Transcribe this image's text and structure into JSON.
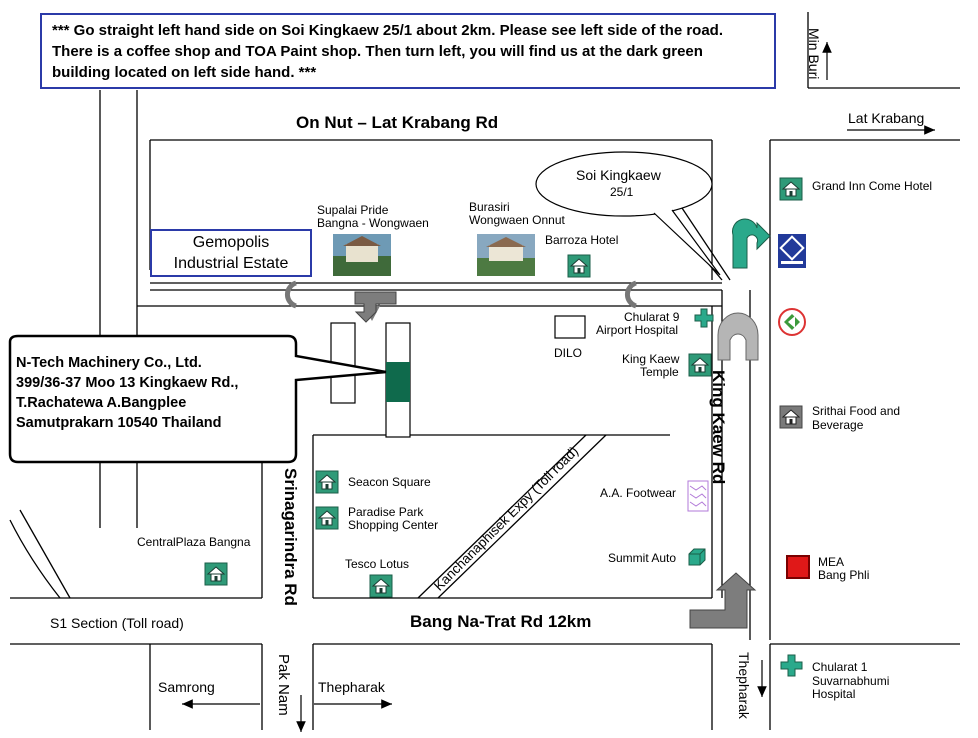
{
  "note": "*** Go straight left hand side on Soi Kingkaew 25/1 about 2km. Please see left side of the road. There is a coffee shop and TOA Paint shop. Then turn left, you will find us at the dark green building located on left side hand. ***",
  "roads": {
    "on_nut": "On Nut – Lat Krabang Rd",
    "bang_na": "Bang Na-Trat Rd 12km",
    "lat_krabang": "Lat Krabang",
    "s1": "S1 Section (Toll road)",
    "samrong": "Samrong",
    "thepharak": "Thepharak",
    "king_kaew": "King Kaew Rd",
    "srinagarindra": "Srinagarindra Rd",
    "pak_nam": "Pak Nam",
    "min_buri": "Min Buri",
    "thepharak_v": "Thepharak",
    "kanchanaphisek": "Kanchanaphisek Expy (Toll road)"
  },
  "estate": {
    "line1": "Gemopolis",
    "line2": "Industrial Estate"
  },
  "soi": {
    "line1": "Soi Kingkaew",
    "line2": "25/1"
  },
  "company": {
    "name": "N-Tech Machinery Co., Ltd.",
    "line1": "399/36-37 Moo 13 Kingkaew Rd.,",
    "line2": "T.Rachatewa A.Bangplee",
    "line3": "Samutprakarn 10540 Thailand"
  },
  "places": {
    "supalai_1": "Supalai Pride",
    "supalai_2": "Bangna - Wongwaen",
    "burasiri_1": "Burasiri",
    "burasiri_2": "Wongwaen Onnut",
    "barroza": "Barroza Hotel",
    "grand_inn": "Grand Inn Come Hotel",
    "chularat9_1": "Chularat 9",
    "chularat9_2": "Airport Hospital",
    "dilo": "DILO",
    "temple_1": "King Kaew",
    "temple_2": "Temple",
    "srithai_1": "Srithai Food and",
    "srithai_2": "Beverage",
    "seacon": "Seacon Square",
    "paradise_1": "Paradise Park",
    "paradise_2": "Shopping Center",
    "footwear": "A.A. Footwear",
    "centralplaza": "CentralPlaza Bangna",
    "summit": "Summit Auto",
    "tesco": "Tesco Lotus",
    "mea_1": "MEA",
    "mea_2": "Bang Phli",
    "chularat1_1": "Chularat 1",
    "chularat1_2": "Suvarnabhumi",
    "chularat1_3": "Hospital"
  },
  "colors": {
    "note_border": "#2b3aa8",
    "building": "#0f6a4c",
    "landmark": "#2f9a78",
    "route_arrow": "#7d7d7d",
    "mea": "#e01818"
  },
  "icons": [
    "house-icon",
    "hospital-cross-icon",
    "bank-icon",
    "petrol-station-icon",
    "footwear-icon",
    "cube-icon",
    "turn-left-arrow",
    "u-turn-arrow"
  ]
}
